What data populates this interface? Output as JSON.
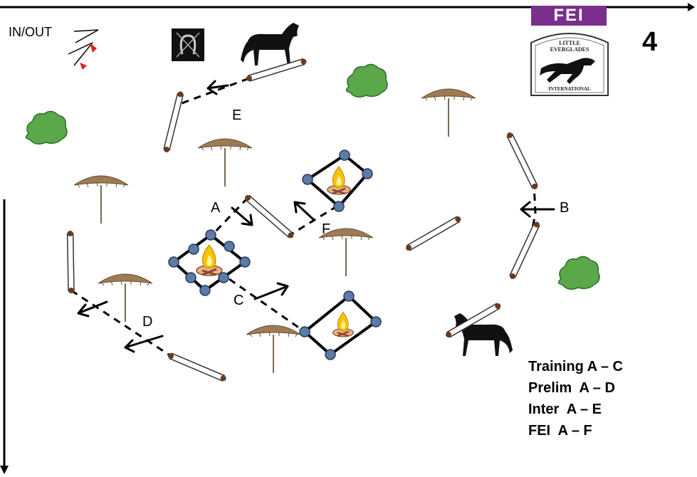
{
  "header": {
    "in_out_label": "IN/OUT",
    "course_number": "4"
  },
  "logos": {
    "fei": "FEI",
    "le_line1": "LITTLE",
    "le_line2": "EVERGLADES",
    "le_line3": "INTERNATIONAL"
  },
  "markers": {
    "A": "A",
    "B": "B",
    "C": "C",
    "D": "D",
    "E": "E",
    "F": "F"
  },
  "legend": [
    "Training A – C",
    "Prelim  A – D",
    "Inter  A – E",
    "FEI  A – F"
  ],
  "colors": {
    "fei_purple": "#7b2f8c",
    "bush_green": "#5aa84a",
    "thatch_brown": "#8a6a44",
    "ring_blue": "#5b7ca8",
    "flame_yellow": "#f5c400"
  }
}
